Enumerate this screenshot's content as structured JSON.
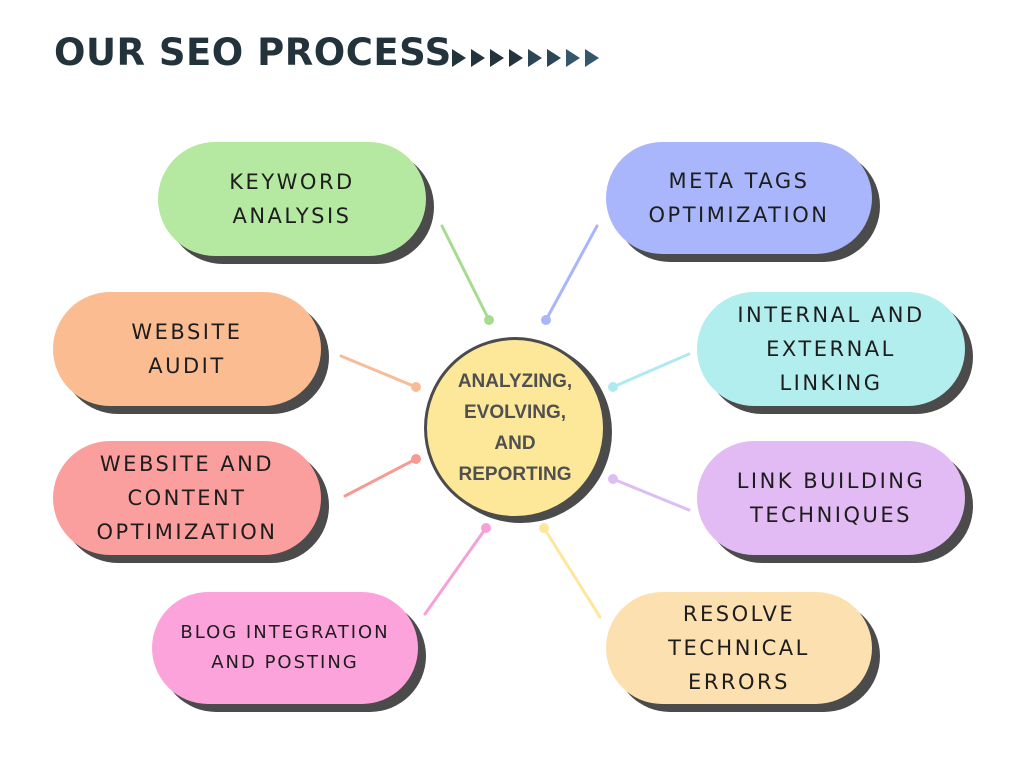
{
  "title": "OUR SEO PROCESS",
  "center": {
    "label": "ANALYZING,\nEVOLVING,\nAND\nREPORTING",
    "color": "#fde89a"
  },
  "steps": [
    {
      "label": "KEYWORD\nANALYSIS",
      "color": "#b5e8a0",
      "line_color": "#a6dc8f"
    },
    {
      "label": "META TAGS\nOPTIMIZATION",
      "color": "#a9b6fb",
      "line_color": "#a9b6fb"
    },
    {
      "label": "WEBSITE\nAUDIT",
      "color": "#fcbc92",
      "line_color": "#f9bc98"
    },
    {
      "label": "INTERNAL AND\nEXTERNAL\nLINKING",
      "color": "#b2eeee",
      "line_color": "#aeeaf0"
    },
    {
      "label": "WEBSITE AND\nCONTENT\nOPTIMIZATION",
      "color": "#fb9e9e",
      "line_color": "#f69a94"
    },
    {
      "label": "LINK BUILDING\nTECHNIQUES",
      "color": "#e3bbf4",
      "line_color": "#dcbef4"
    },
    {
      "label": "BLOG INTEGRATION\nAND POSTING",
      "color": "#fca3dc",
      "line_color": "#f7a0d8"
    },
    {
      "label": "RESOLVE\nTECHNICAL\nERRORS",
      "color": "#fde0b0",
      "line_color": "#fde79a"
    }
  ],
  "colors": {
    "title": "#22333b",
    "arrow_dark": "#22333b",
    "arrow_mid": "#36566b",
    "shadow": "#4b4b4b"
  }
}
